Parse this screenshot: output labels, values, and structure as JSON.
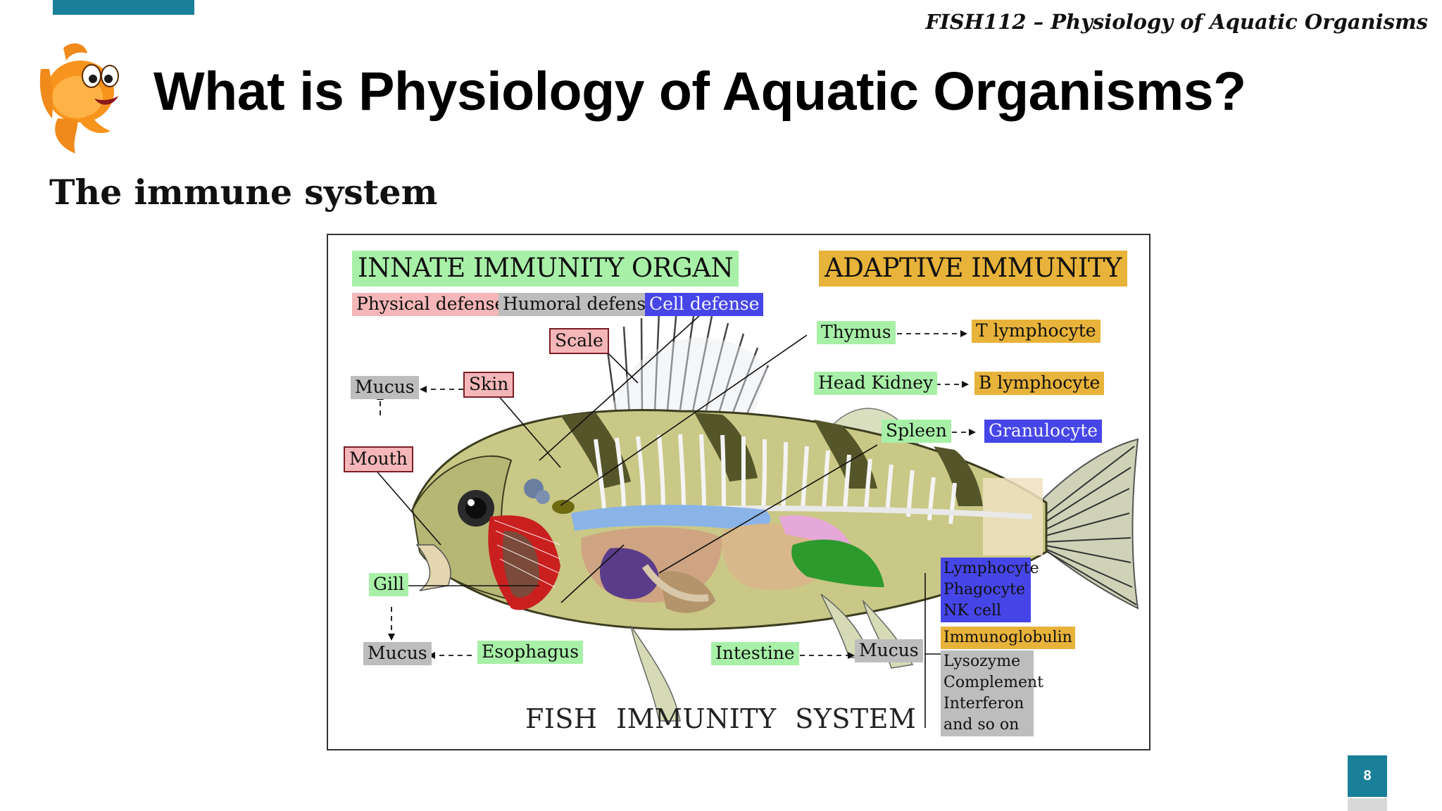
{
  "slide": {
    "course": "FISH112 – Physiology of Aquatic Organisms",
    "title": "What is Physiology of Aquatic Organisms?",
    "subtitle": "The immune system",
    "page_number": "8",
    "accent_color": "#1a7f98"
  },
  "figure": {
    "caption": "FISH IMMUNITY SYSTEM",
    "innate_heading": "INNATE IMMUNITY ORGAN",
    "adaptive_heading": "ADAPTIVE IMMUNITY",
    "legend": {
      "physical": "Physical defense",
      "humoral": "Humoral defense",
      "cell": "Cell defense"
    },
    "labels": {
      "scale": "Scale",
      "skin": "Skin",
      "mucus_top": "Mucus",
      "mouth": "Mouth",
      "gill": "Gill",
      "mucus_bottom": "Mucus",
      "esophagus": "Esophagus",
      "intestine": "Intestine",
      "mucus_right": "Mucus",
      "thymus": "Thymus",
      "head_kidney": "Head Kidney",
      "spleen": "Spleen",
      "t_lymphocyte": "T lymphocyte",
      "b_lymphocyte": "B lymphocyte",
      "granulocyte": "Granulocyte"
    },
    "cells": [
      "Lymphocyte",
      "Phagocyte",
      "NK cell"
    ],
    "immunoglobulin": "Immunoglobulin",
    "humoral_factors": [
      "Lysozyme",
      "Complement",
      "Interferon",
      "and so on"
    ],
    "colors": {
      "innate_green": "#a8f0a8",
      "adaptive_orange": "#e8b33a",
      "physical_pink": "#f4b6b8",
      "humoral_gray": "#bdbdbd",
      "cell_blue": "#4646e8"
    }
  }
}
